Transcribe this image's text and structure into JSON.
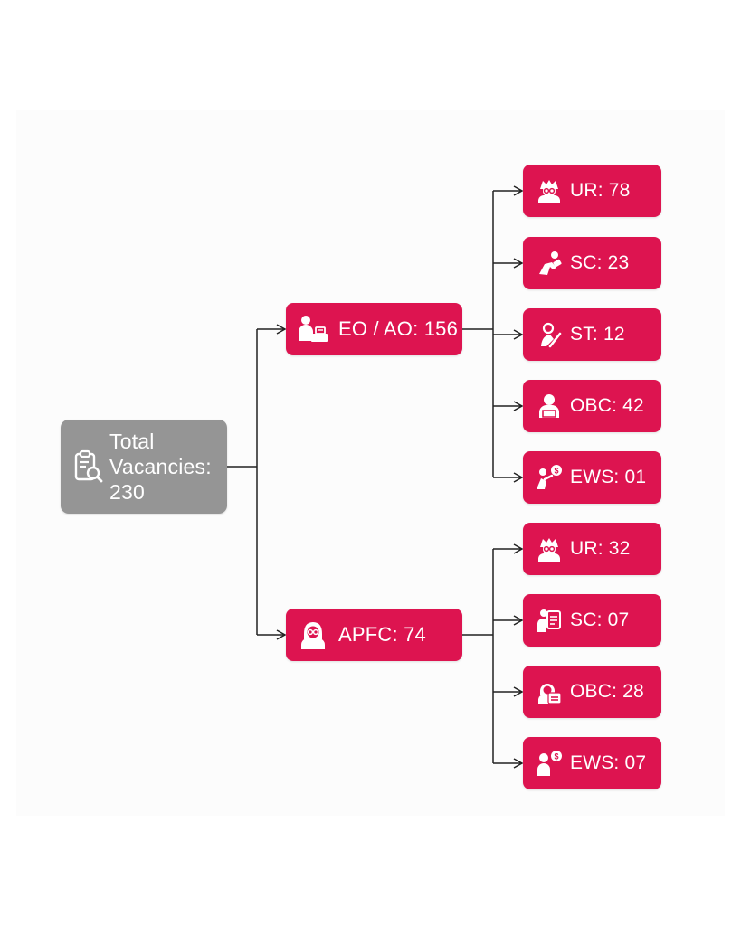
{
  "colors": {
    "root_fill": "#959595",
    "node_fill": "#dd1450",
    "text": "#ffffff",
    "connector": "#222222"
  },
  "root": {
    "label": "Total Vacancies: 230",
    "icon": "clipboard-search-icon"
  },
  "branches": [
    {
      "id": "eo-ao",
      "label": "EO / AO: 156",
      "icon": "person-desk-icon",
      "children": [
        {
          "label": "UR: 78",
          "icon": "person-glasses-icon"
        },
        {
          "label": "SC: 23",
          "icon": "person-lifting-icon"
        },
        {
          "label": "ST: 12",
          "icon": "person-writing-icon"
        },
        {
          "label": "OBC: 42",
          "icon": "person-reading-icon"
        },
        {
          "label": "EWS: 01",
          "icon": "person-dollar-icon"
        }
      ]
    },
    {
      "id": "apfc",
      "label": "APFC: 74",
      "icon": "woman-glasses-icon",
      "children": [
        {
          "label": "UR: 32",
          "icon": "person-glasses-icon"
        },
        {
          "label": "SC: 07",
          "icon": "person-clipboard-icon"
        },
        {
          "label": "OBC: 28",
          "icon": "person-id-card-icon"
        },
        {
          "label": "EWS: 07",
          "icon": "person-dollar-icon"
        }
      ]
    }
  ]
}
